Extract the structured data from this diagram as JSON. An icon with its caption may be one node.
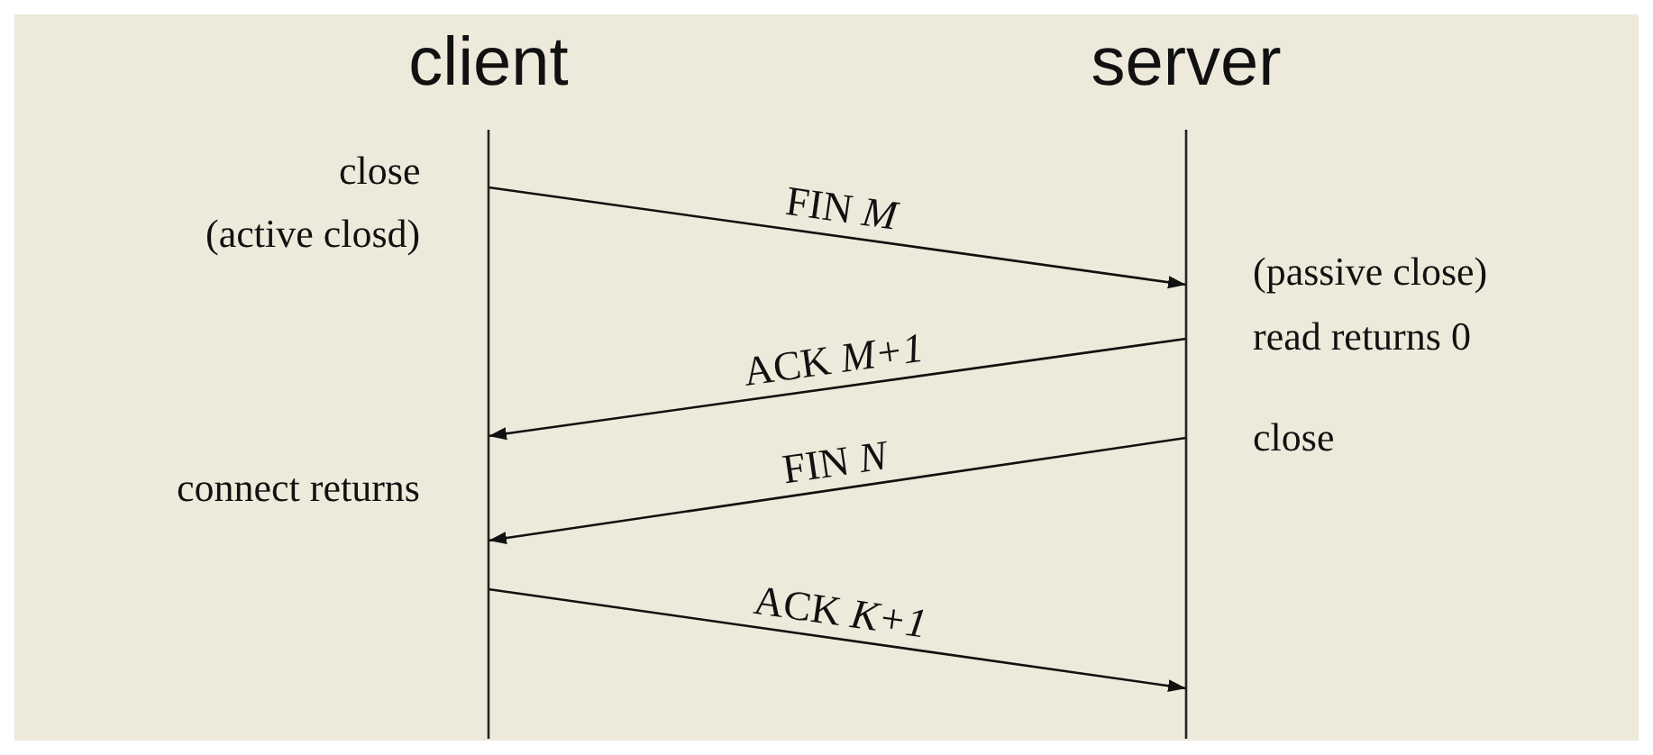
{
  "diagram": {
    "nodes": [
      {
        "text": [
          "client"
        ]
      },
      {
        "text": [
          "server"
        ]
      }
    ],
    "edges": [
      {
        "from": 0,
        "to": 1,
        "arrow": "to",
        "label": "FIN *M*"
      },
      {
        "from": 1,
        "to": 0,
        "arrow": "to",
        "label": "ACK *M+1*"
      },
      {
        "from": 1,
        "to": 0,
        "arrow": "to",
        "label": "FIN *N*"
      },
      {
        "from": 0,
        "to": 1,
        "arrow": "to",
        "label": "ACK *K+1*"
      }
    ],
    "labels": [
      "close",
      "(active closd)",
      "(passive close)",
      "read returns 0",
      "close",
      "connect returns"
    ]
  }
}
